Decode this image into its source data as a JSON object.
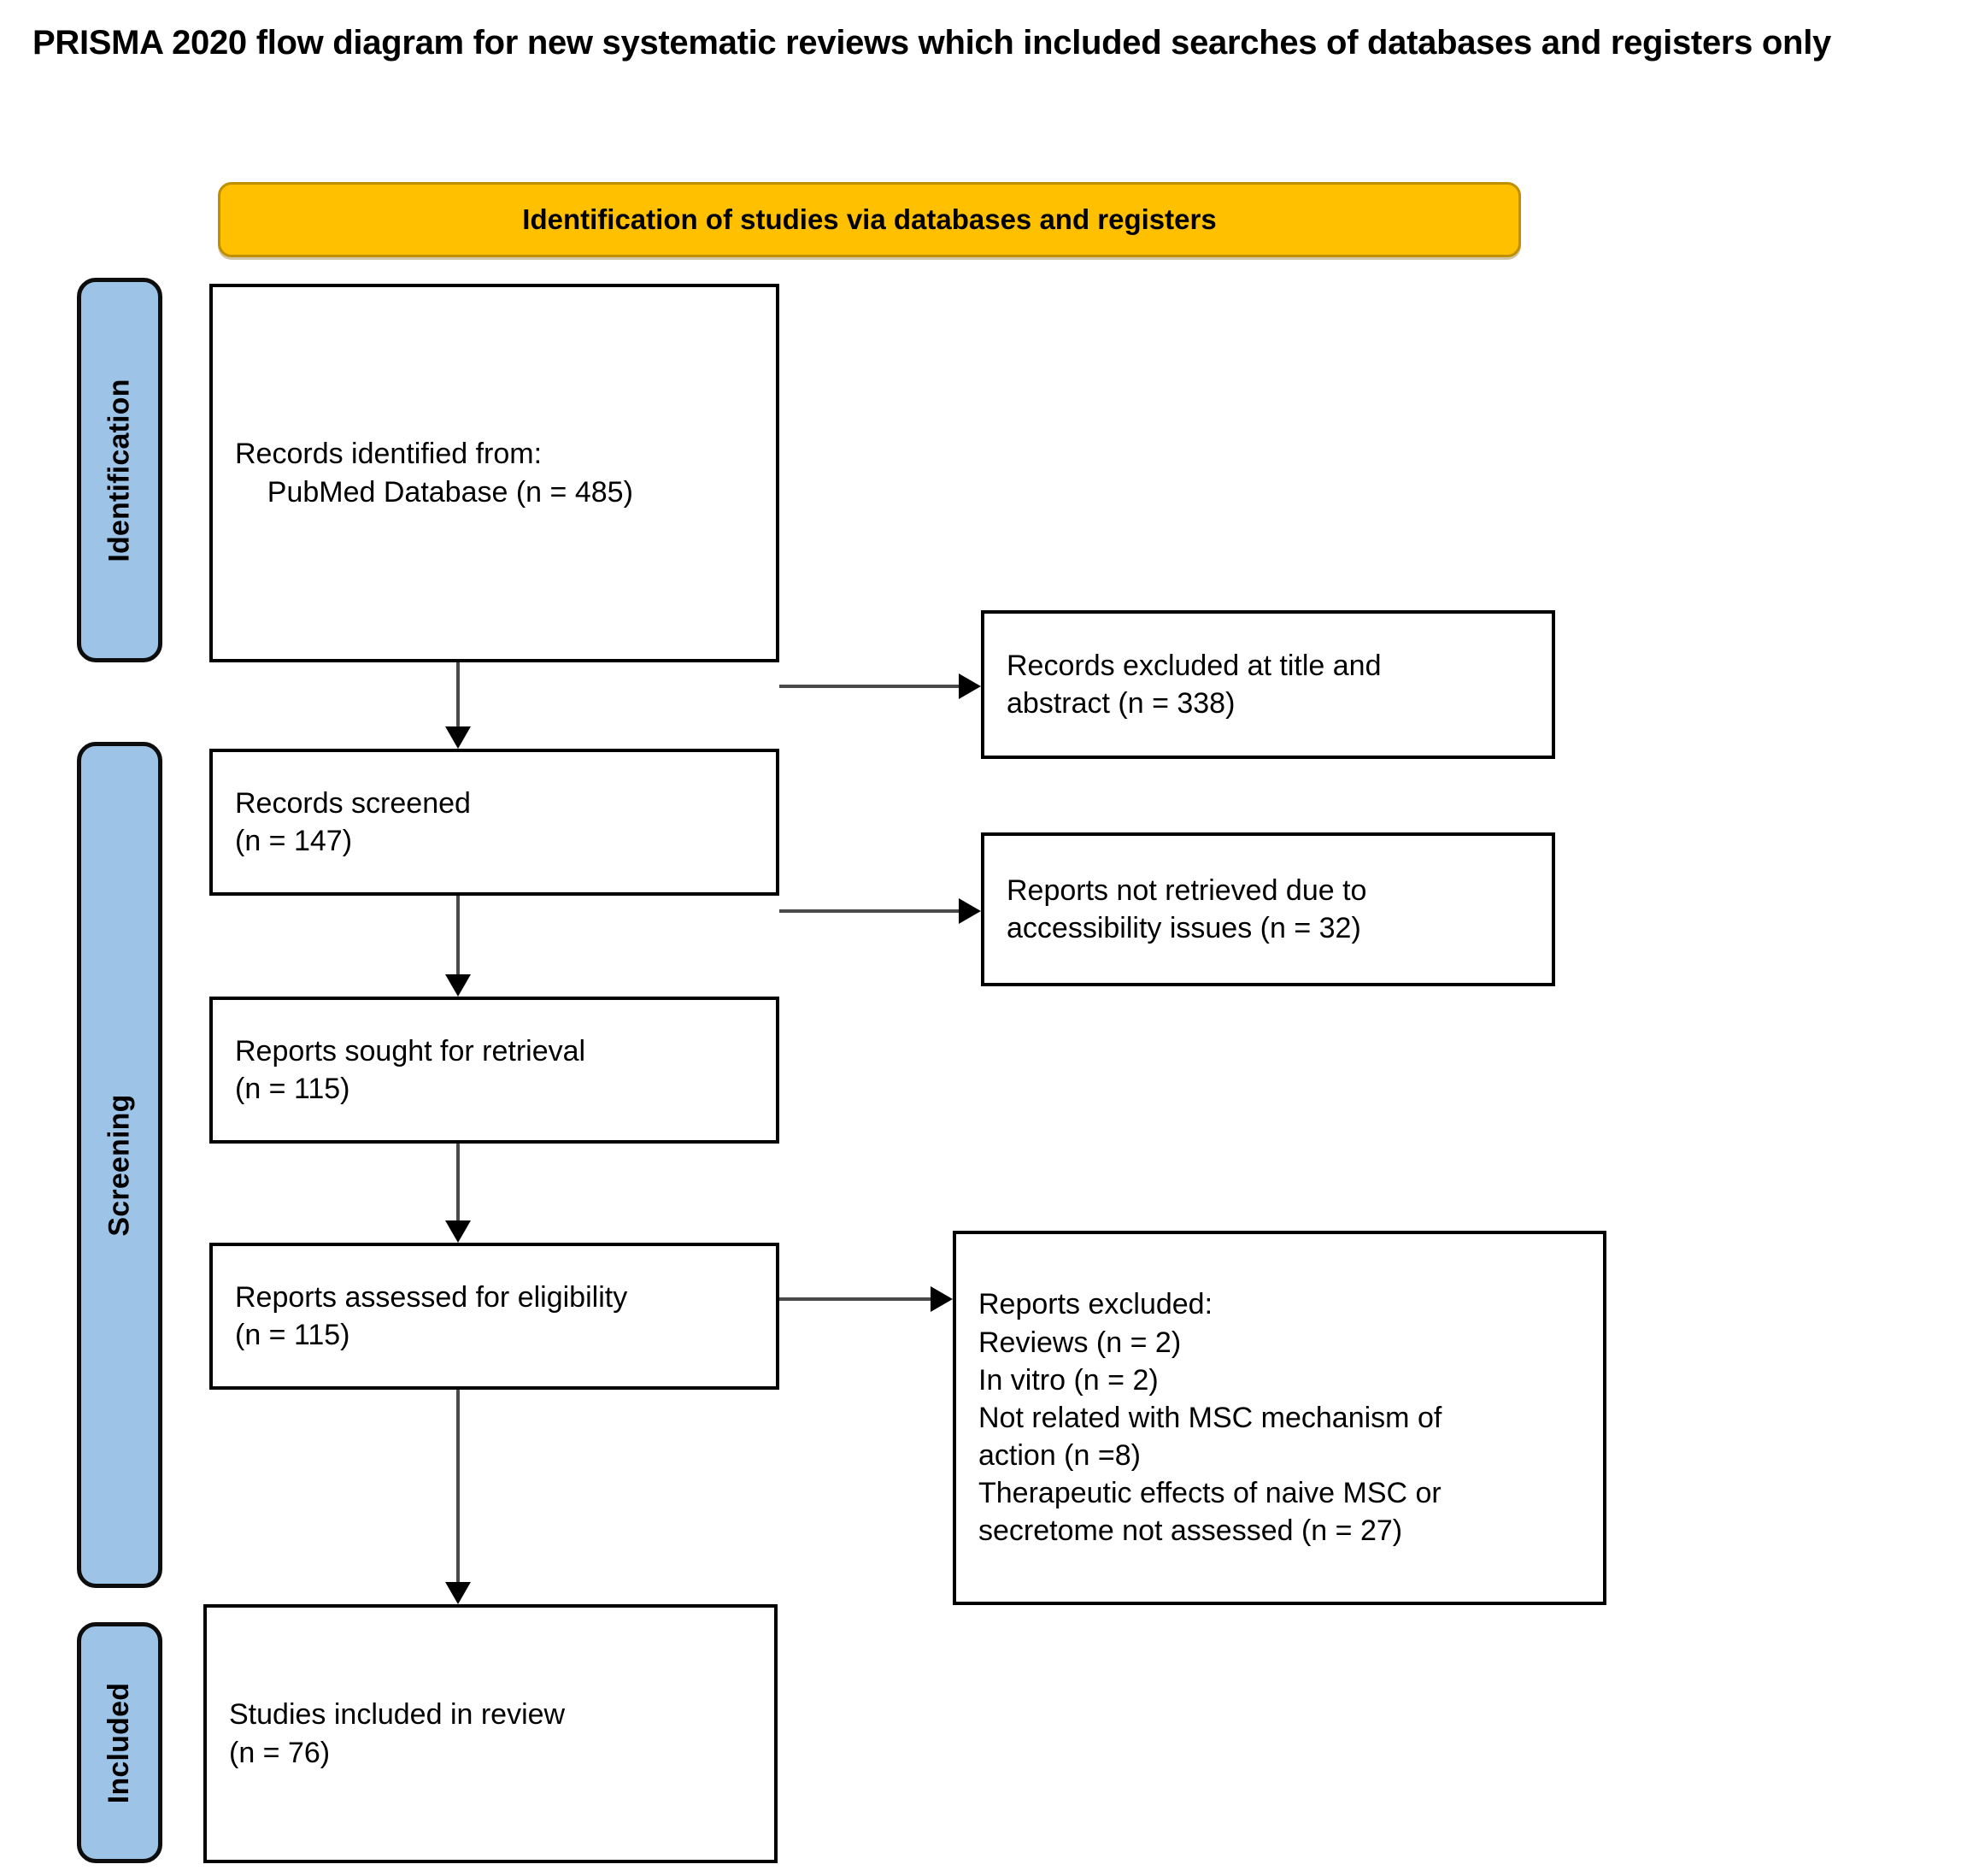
{
  "title": "PRISMA 2020 flow diagram for new systematic reviews which included searches of databases and registers only",
  "colors": {
    "banner_fill": "#FFC000",
    "banner_border": "#BF8F00",
    "stage_fill": "#9DC3E6",
    "stage_border": "#0D0D0D",
    "box_border": "#000000",
    "arrow_shaft": "#4A4A4A",
    "arrow_head": "#000000",
    "background": "#FFFFFF"
  },
  "banner": {
    "label": "Identification of studies via databases and registers"
  },
  "stages": [
    {
      "key": "identification",
      "label": "Identification"
    },
    {
      "key": "screening",
      "label": "Screening"
    },
    {
      "key": "included",
      "label": "Included"
    }
  ],
  "chart_data": {
    "type": "diagram",
    "diagram_kind": "prisma-2020-flow",
    "title": "PRISMA 2020 flow diagram for new systematic reviews which included searches of databases and registers only",
    "nodes": [
      {
        "id": "identified",
        "stage": "Identification",
        "column": "main",
        "lines": [
          "Records identified from:",
          "    PubMed Database (n = 485)"
        ],
        "n": 485
      },
      {
        "id": "excluded_title_abstract",
        "stage": "Screening",
        "column": "side",
        "lines": [
          "Records excluded at title and",
          "abstract (n = 338)"
        ],
        "n": 338
      },
      {
        "id": "screened",
        "stage": "Screening",
        "column": "main",
        "lines": [
          "Records screened",
          "(n = 147)"
        ],
        "n": 147
      },
      {
        "id": "not_retrieved",
        "stage": "Screening",
        "column": "side",
        "lines": [
          "Reports not retrieved due to",
          "accessibility issues (n = 32)"
        ],
        "n": 32
      },
      {
        "id": "sought_retrieval",
        "stage": "Screening",
        "column": "main",
        "lines": [
          "Reports sought for retrieval",
          "(n = 115)"
        ],
        "n": 115
      },
      {
        "id": "assessed_eligibility",
        "stage": "Screening",
        "column": "main",
        "lines": [
          "Reports assessed for eligibility",
          "(n = 115)"
        ],
        "n": 115
      },
      {
        "id": "reports_excluded",
        "stage": "Screening",
        "column": "side",
        "lines": [
          "Reports excluded:",
          "Reviews (n = 2)",
          "In vitro (n = 2)",
          "Not related with MSC mechanism of",
          "action (n =8)",
          "Therapeutic effects of naive MSC or",
          "secretome not assessed (n = 27)"
        ],
        "reasons": [
          {
            "reason": "Reviews",
            "n": 2
          },
          {
            "reason": "In vitro",
            "n": 2
          },
          {
            "reason": "Not related with MSC mechanism of action",
            "n": 8
          },
          {
            "reason": "Therapeutic effects of naive MSC or secretome not assessed",
            "n": 27
          }
        ]
      },
      {
        "id": "included_review",
        "stage": "Included",
        "column": "main",
        "lines": [
          "Studies included in review",
          "(n = 76)"
        ],
        "n": 76
      }
    ],
    "edges": [
      {
        "from": "identified",
        "to": "screened",
        "direction": "down"
      },
      {
        "from": "identified",
        "to": "excluded_title_abstract",
        "direction": "right"
      },
      {
        "from": "screened",
        "to": "sought_retrieval",
        "direction": "down"
      },
      {
        "from": "screened",
        "to": "not_retrieved",
        "direction": "right"
      },
      {
        "from": "sought_retrieval",
        "to": "assessed_eligibility",
        "direction": "down"
      },
      {
        "from": "assessed_eligibility",
        "to": "reports_excluded",
        "direction": "right"
      },
      {
        "from": "assessed_eligibility",
        "to": "included_review",
        "direction": "down"
      }
    ]
  },
  "boxes": {
    "identified": {
      "l1": "Records identified from:",
      "l2": "    PubMed Database (n = 485)"
    },
    "excluded_title_abstract": {
      "l1": "Records excluded at title and",
      "l2": "abstract (n = 338)"
    },
    "screened": {
      "l1": "Records screened",
      "l2": "(n = 147)"
    },
    "not_retrieved": {
      "l1": "Reports not retrieved due to",
      "l2": "accessibility issues (n = 32)"
    },
    "sought_retrieval": {
      "l1": "Reports sought for retrieval",
      "l2": "(n = 115)"
    },
    "assessed_eligibility": {
      "l1": "Reports assessed for eligibility",
      "l2": "(n = 115)"
    },
    "reports_excluded": {
      "l1": "Reports excluded:",
      "l2": "Reviews (n = 2)",
      "l3": "In vitro (n = 2)",
      "l4": "Not related with MSC mechanism of",
      "l5": "action (n =8)",
      "l6": "Therapeutic effects of naive MSC or",
      "l7": "secretome not assessed (n = 27)"
    },
    "included_review": {
      "l1": "Studies included in review",
      "l2": "(n = 76)"
    }
  }
}
